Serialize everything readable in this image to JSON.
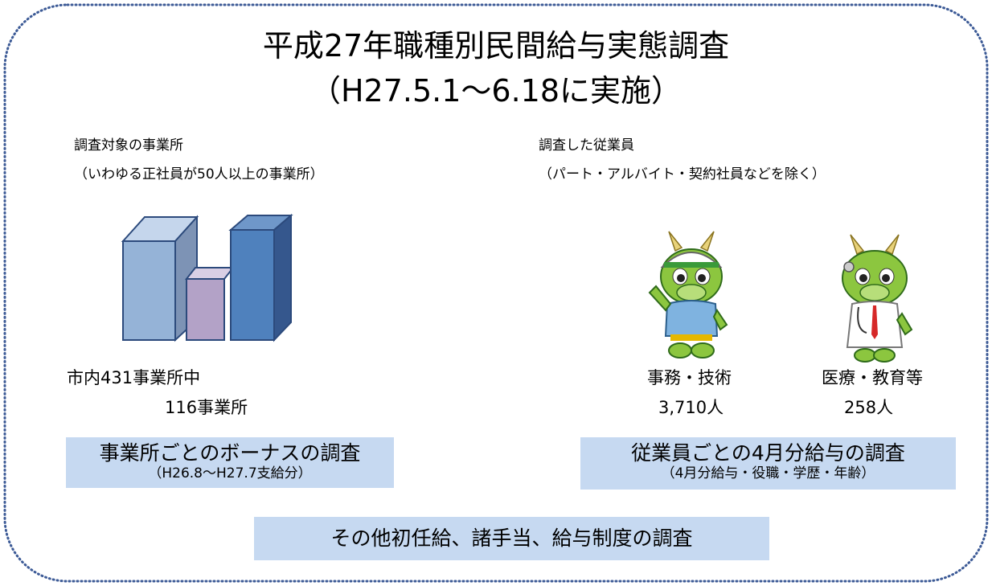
{
  "title": {
    "line1": "平成27年職種別民間給与実態調査",
    "line2": "（H27.5.1～6.18に実施）"
  },
  "establishments": {
    "heading": "調査対象の事業所",
    "note": "（いわゆる正社員が50人以上の事業所）",
    "count_line1": "市内431事業所中",
    "count_line2": "116事業所",
    "survey_main": "事業所ごとのボーナスの調査",
    "survey_sub": "（H26.8～H27.7支給分）"
  },
  "employees": {
    "heading": "調査した従業員",
    "note": "（パート・アルバイト・契約社員などを除く）",
    "groups": [
      {
        "label": "事務・技術",
        "count": "3,710人",
        "icon": "dragon-mascot-worker-icon"
      },
      {
        "label": "医療・教育等",
        "count": "258人",
        "icon": "dragon-mascot-doctor-icon"
      }
    ],
    "survey_main": "従業員ごとの4月分給与の調査",
    "survey_sub": "（4月分給与・役職・学歴・年齢）"
  },
  "other_survey": "その他初任給、諸手当、給与制度の調査",
  "colors": {
    "box_fill": "#c6d9f1",
    "frame_dots": "#3c5a96",
    "building_light": "#95b3d7",
    "building_mid": "#b3a2c7",
    "building_dark": "#4f81bd"
  }
}
